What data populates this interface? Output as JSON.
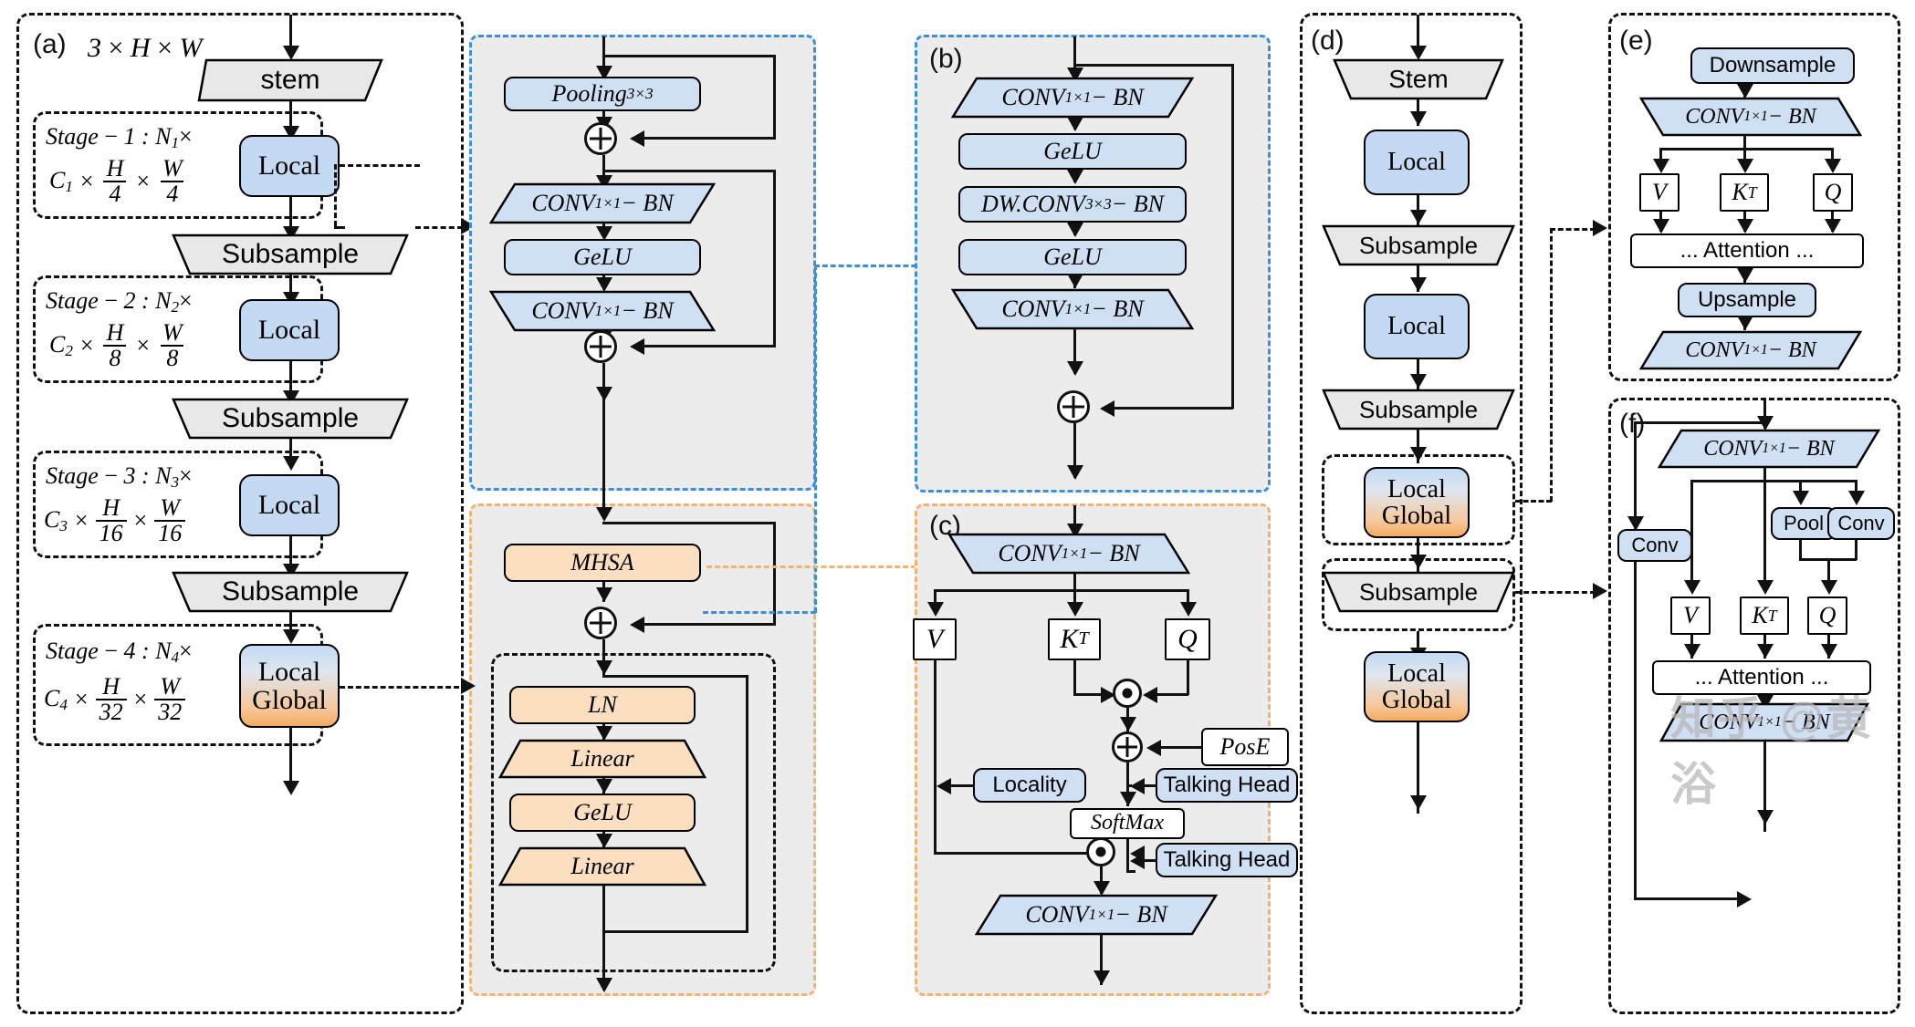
{
  "figure": {
    "type": "neural-network-architecture-diagram",
    "panels": [
      "(a)",
      "(b)",
      "(c)",
      "(d)",
      "(e)",
      "(f)"
    ]
  },
  "panel_a": {
    "label": "(a)",
    "input_shape": "3 × H × W",
    "stem": "stem",
    "subsample": "Subsample",
    "stages": [
      {
        "title_prefix": "Stage",
        "title": "Stage − 1 : N",
        "idx": "1",
        "times": "×",
        "shape_c": "C",
        "shape_c_idx": "1",
        "denom": "4",
        "block": "Local",
        "block2": ""
      },
      {
        "title_prefix": "Stage",
        "title": "Stage − 2 : N",
        "idx": "2",
        "times": "×",
        "shape_c": "C",
        "shape_c_idx": "2",
        "denom": "8",
        "block": "Local",
        "block2": ""
      },
      {
        "title_prefix": "Stage",
        "title": "Stage − 3 : N",
        "idx": "3",
        "times": "×",
        "shape_c": "C",
        "shape_c_idx": "3",
        "denom": "16",
        "block": "Local",
        "block2": ""
      },
      {
        "title_prefix": "Stage",
        "title": "Stage − 4 : N",
        "idx": "4",
        "times": "×",
        "shape_c": "C",
        "shape_c_idx": "4",
        "denom": "32",
        "block": "Local",
        "block2": "Global"
      }
    ]
  },
  "local_block": {
    "border_color": "#3e90d6",
    "nodes": [
      "Pooling",
      "CONV",
      "GeLU",
      "CONV"
    ],
    "pooling": "Pooling",
    "pooling_sub": "3×3",
    "conv1": "CONV",
    "conv1_sub": "1×1",
    "conv1_tail": " − BN",
    "gelu": "GeLU",
    "conv2": "CONV",
    "conv2_sub": "1×1",
    "conv2_tail": " − BN"
  },
  "global_block": {
    "border_color": "#f2b270",
    "mhsa": "MHSA",
    "ln": "LN",
    "linear1": "Linear",
    "gelu": "GeLU",
    "linear2": "Linear"
  },
  "panel_b": {
    "label": "(b)",
    "nodes": [
      {
        "text": "CONV",
        "sub": "1×1",
        "tail": " − BN",
        "shape": "trap"
      },
      {
        "text": "GeLU",
        "sub": "",
        "tail": "",
        "shape": "rect"
      },
      {
        "text": "DW.CONV",
        "sub": "3×3",
        "tail": " − BN",
        "shape": "rect"
      },
      {
        "text": "GeLU",
        "sub": "",
        "tail": "",
        "shape": "rect"
      },
      {
        "text": "CONV",
        "sub": "1×1",
        "tail": " − BN",
        "shape": "trap"
      }
    ]
  },
  "panel_c": {
    "label": "(c)",
    "conv_top": "CONV",
    "conv_top_sub": "1×1",
    "conv_top_tail": " − BN",
    "v": "V",
    "kt": "K",
    "kt_sup": "T",
    "q": "Q",
    "pose": "PosE",
    "locality": "Locality",
    "talking_head_1": "Talking Head",
    "talking_head_2": "Talking Head",
    "softmax": "SoftMax",
    "conv_bottom": "CONV",
    "conv_bottom_sub": "1×1",
    "conv_bottom_tail": " − BN"
  },
  "panel_d": {
    "label": "(d)",
    "stem": "Stem",
    "subsample": "Subsample",
    "blocks": [
      "Local",
      "Local",
      "Local Global",
      "Local Global"
    ],
    "local": "Local",
    "local_global_line1": "Local",
    "local_global_line2": "Global"
  },
  "panel_e": {
    "label": "(e)",
    "downsample": "Downsample",
    "conv_top": "CONV",
    "conv_top_sub": "1×1",
    "conv_top_tail": " − BN",
    "v": "V",
    "kt": "K",
    "kt_sup": "T",
    "q": "Q",
    "attention": "... Attention ...",
    "upsample": "Upsample",
    "conv_bottom": "CONV",
    "conv_bottom_sub": "1×1",
    "conv_bottom_tail": " − BN"
  },
  "panel_f": {
    "label": "(f)",
    "conv_top": "CONV",
    "conv_top_sub": "1×1",
    "conv_top_tail": " − BN",
    "conv_left": "Conv",
    "pool": "Pool",
    "conv_right": "Conv",
    "v": "V",
    "kt": "K",
    "kt_sup": "T",
    "q": "Q",
    "attention": "... Attention ...",
    "conv_bottom": "CONV",
    "conv_bottom_sub": "1×1",
    "conv_bottom_tail": " − BN"
  },
  "watermark": {
    "text": "知乎 @黄浴"
  },
  "colors": {
    "blue_fill": "#cfe0f5",
    "orange_fill": "#fbdfc0",
    "grey_fill": "#e8e8e8",
    "blue_dash": "#3e90d6",
    "orange_dash": "#f2b270",
    "shade_bg": "#ececec"
  }
}
